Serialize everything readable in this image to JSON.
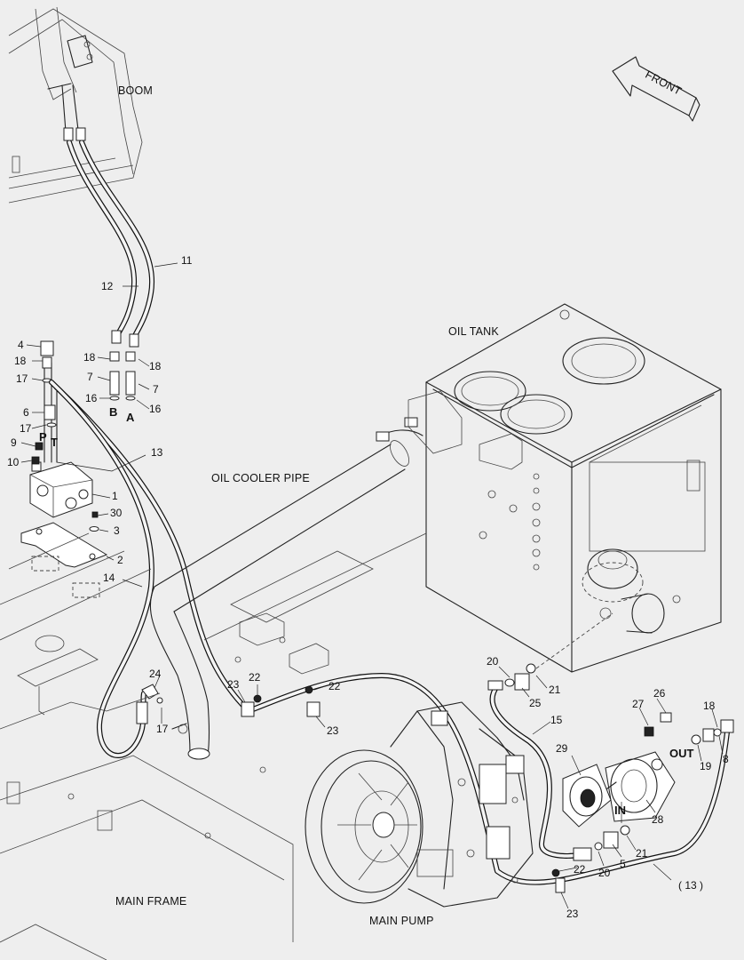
{
  "labels": {
    "boom": "BOOM",
    "front": "FRONT",
    "oil_tank": "OIL TANK",
    "oil_cooler_pipe": "OIL COOLER PIPE",
    "main_frame": "MAIN FRAME",
    "main_pump": "MAIN PUMP"
  },
  "ports": {
    "p": "P",
    "t": "T",
    "b": "B",
    "a": "A",
    "out": "OUT",
    "in": "IN"
  },
  "callouts": [
    {
      "id": "c11",
      "text": "11"
    },
    {
      "id": "c12",
      "text": "12"
    },
    {
      "id": "c4",
      "text": "4"
    },
    {
      "id": "c18a",
      "text": "18"
    },
    {
      "id": "c17a",
      "text": "17"
    },
    {
      "id": "c6",
      "text": "6"
    },
    {
      "id": "c17b",
      "text": "17"
    },
    {
      "id": "c9",
      "text": "9"
    },
    {
      "id": "c10",
      "text": "10"
    },
    {
      "id": "c18b",
      "text": "18"
    },
    {
      "id": "c7a",
      "text": "7"
    },
    {
      "id": "c16a",
      "text": "16"
    },
    {
      "id": "c18c",
      "text": "18"
    },
    {
      "id": "c7b",
      "text": "7"
    },
    {
      "id": "c16b",
      "text": "16"
    },
    {
      "id": "c13",
      "text": "13"
    },
    {
      "id": "c1",
      "text": "1"
    },
    {
      "id": "c30",
      "text": "30"
    },
    {
      "id": "c3",
      "text": "3"
    },
    {
      "id": "c2",
      "text": "2"
    },
    {
      "id": "c14",
      "text": "14"
    },
    {
      "id": "c24",
      "text": "24"
    },
    {
      "id": "c17c",
      "text": "17"
    },
    {
      "id": "c23a",
      "text": "23"
    },
    {
      "id": "c22a",
      "text": "22"
    },
    {
      "id": "c22b",
      "text": "22"
    },
    {
      "id": "c23b",
      "text": "23"
    },
    {
      "id": "c20a",
      "text": "20"
    },
    {
      "id": "c25",
      "text": "25"
    },
    {
      "id": "c21a",
      "text": "21"
    },
    {
      "id": "c15",
      "text": "15"
    },
    {
      "id": "c26",
      "text": "26"
    },
    {
      "id": "c27",
      "text": "27"
    },
    {
      "id": "c18d",
      "text": "18"
    },
    {
      "id": "c29",
      "text": "29"
    },
    {
      "id": "c19",
      "text": "19"
    },
    {
      "id": "c8",
      "text": "8"
    },
    {
      "id": "c28",
      "text": "28"
    },
    {
      "id": "c22c",
      "text": "22"
    },
    {
      "id": "c20b",
      "text": "20"
    },
    {
      "id": "c5",
      "text": "5"
    },
    {
      "id": "c21b",
      "text": "21"
    },
    {
      "id": "c13p",
      "text": "( 13 )"
    },
    {
      "id": "c23c",
      "text": "23"
    }
  ]
}
